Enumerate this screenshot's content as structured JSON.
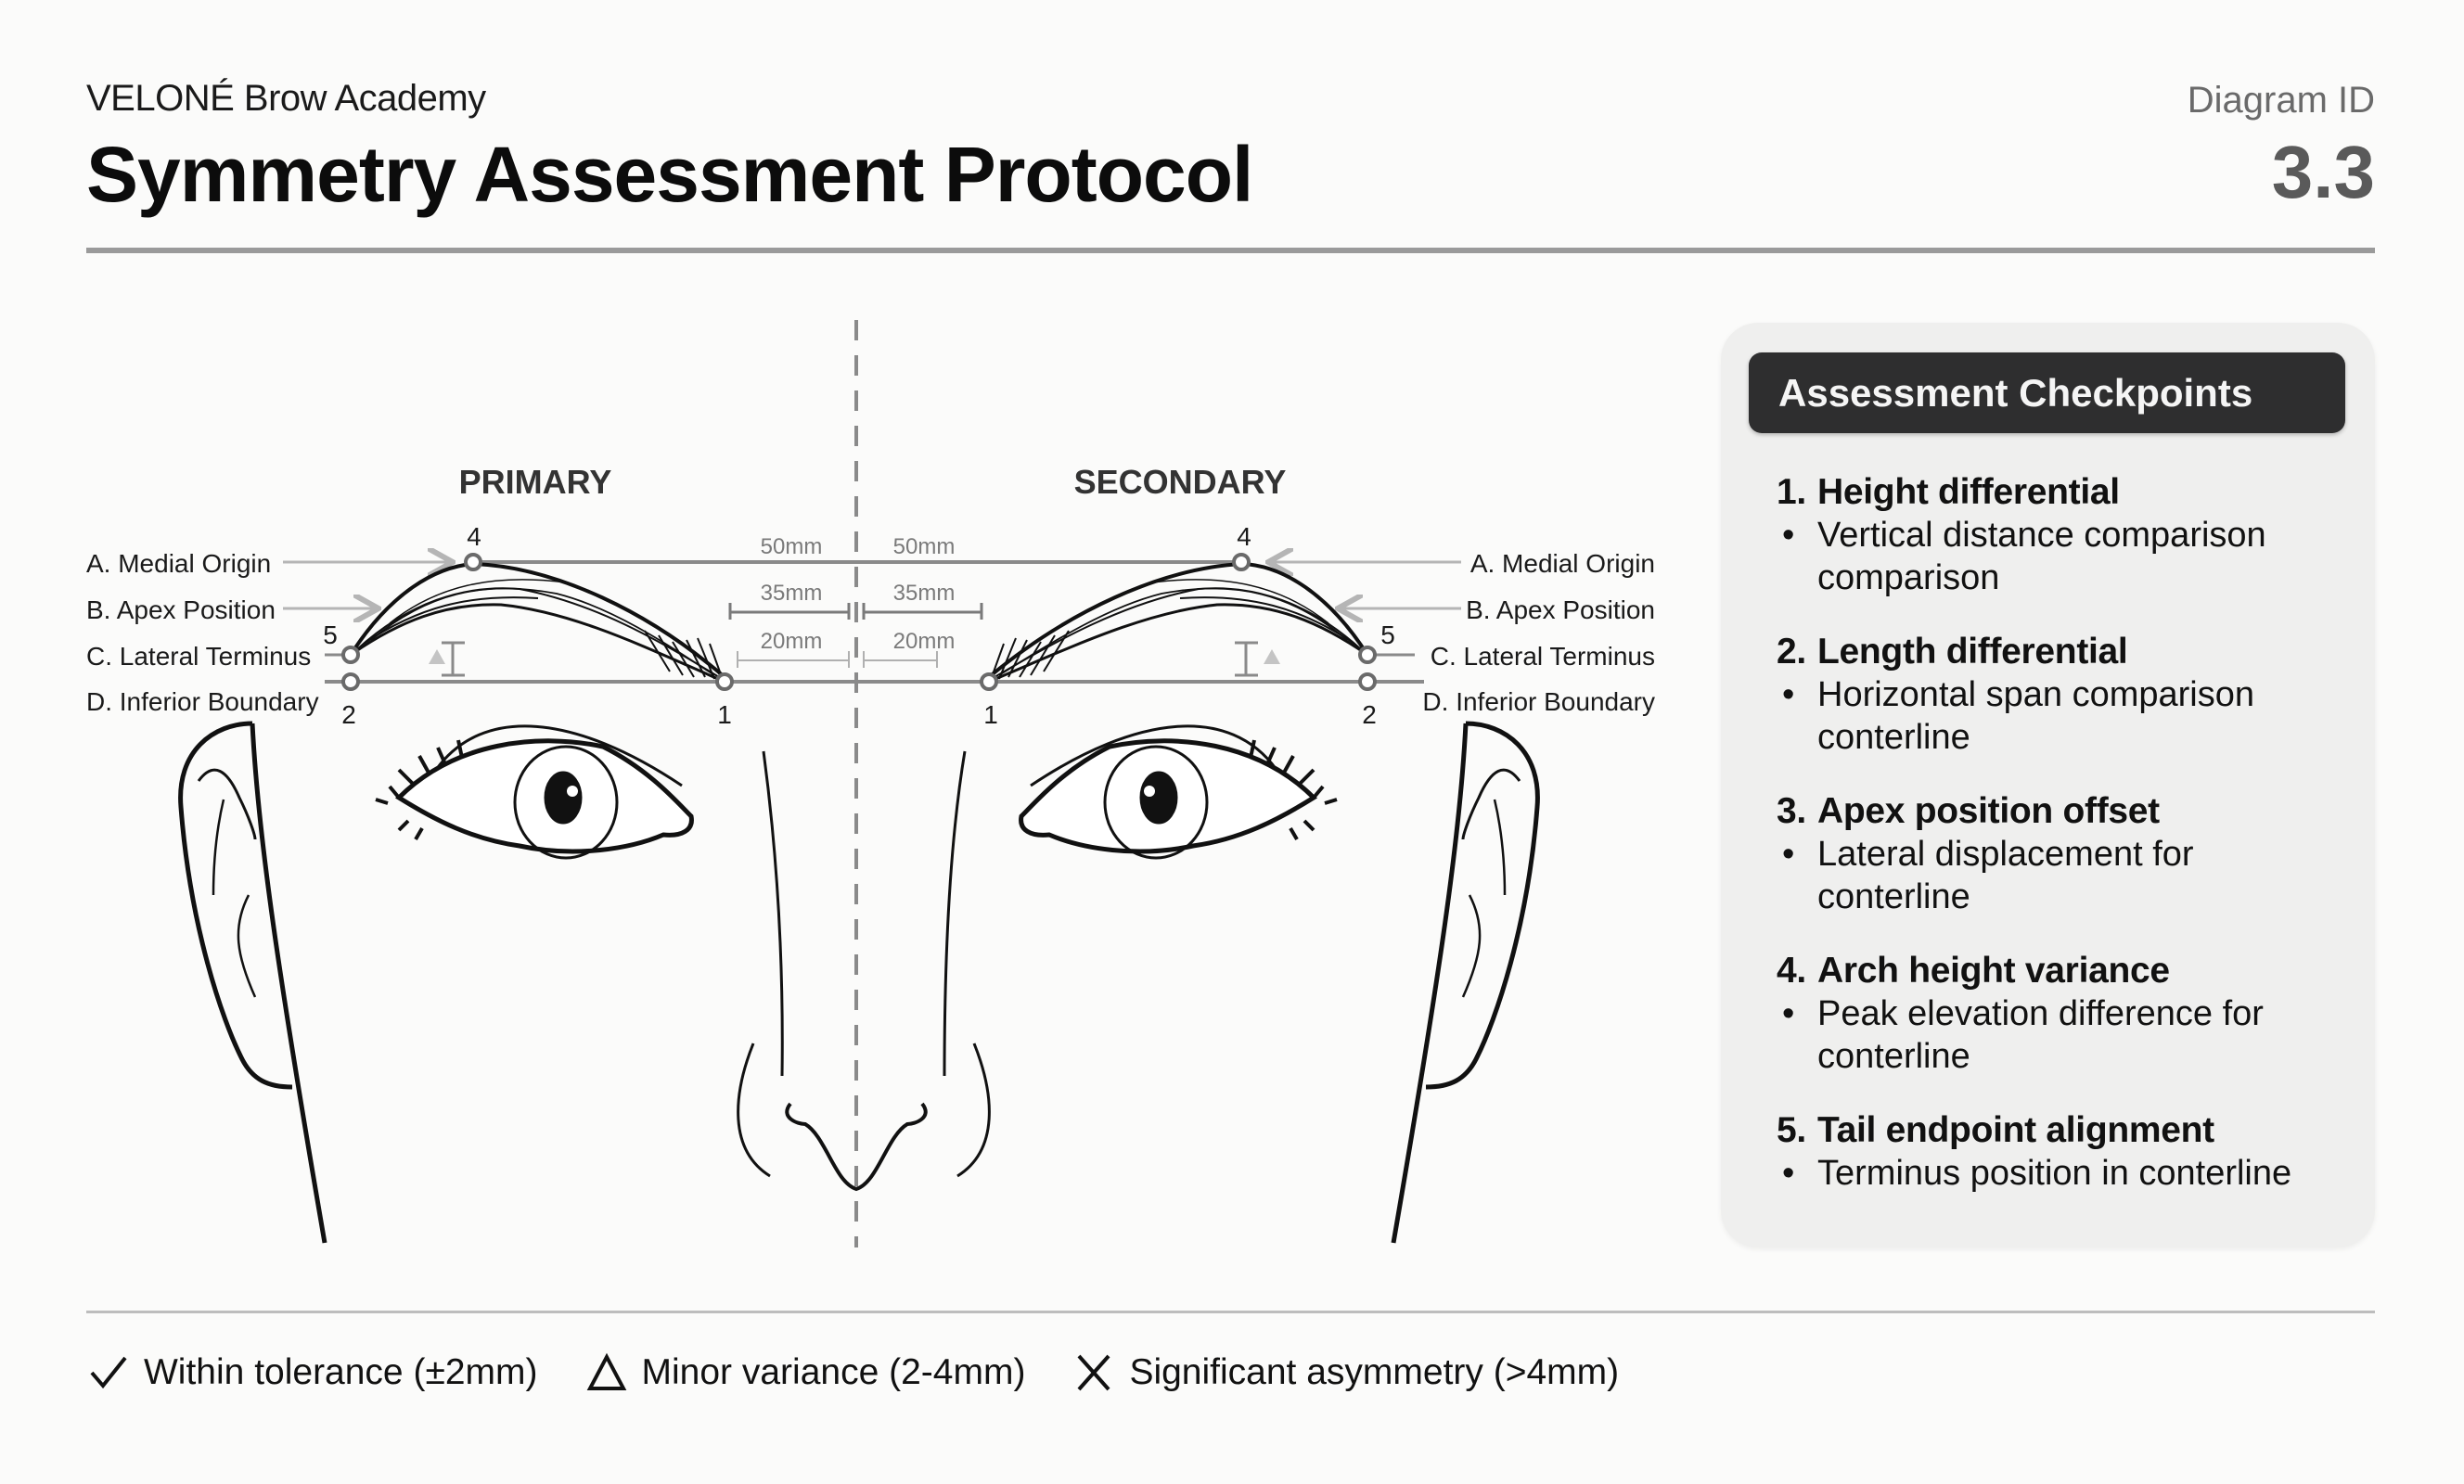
{
  "header": {
    "brand": "VELONÉ Brow Academy",
    "title": "Symmetry Assessment Protocol",
    "diagram_id_label": "Diagram ID",
    "diagram_id_value": "3.3"
  },
  "diagram": {
    "sides": {
      "left_label": "PRIMARY",
      "right_label": "SECONDARY"
    },
    "reference_lines": [
      {
        "key": "A",
        "label": "A. Medial Origin"
      },
      {
        "key": "B",
        "label": "B. Apex Position"
      },
      {
        "key": "C",
        "label": "C. Lateral Terminus"
      },
      {
        "key": "D",
        "label": "D. Inferior Boundary"
      }
    ],
    "point_labels": {
      "p1": "1",
      "p2": "2",
      "p4": "4",
      "p5": "5"
    },
    "measurements": {
      "left_50": "50mm",
      "right_50": "50mm",
      "left_35": "35mm",
      "right_35": "35mm",
      "left_20": "20mm",
      "right_20": "20mm"
    },
    "colors": {
      "guide_line": "#8a8a8a",
      "arrow": "#b5b5b5",
      "marker_triangle": "#c4c4c4",
      "ink": "#111111"
    }
  },
  "panel": {
    "title": "Assessment Checkpoints",
    "items": [
      {
        "number": "1.",
        "title": "Height differential",
        "bullet": "•",
        "description": "Vertical distance comparison comparison"
      },
      {
        "number": "2.",
        "title": "Length differential",
        "bullet": "•",
        "description": "Horizontal span comparison conterline"
      },
      {
        "number": "3.",
        "title": "Apex position offset",
        "bullet": "•",
        "description": "Lateral displacement for conterline"
      },
      {
        "number": "4.",
        "title": "Arch height variance",
        "bullet": "•",
        "description": "Peak elevation difference for conterline"
      },
      {
        "number": "5.",
        "title": "Tail endpoint alignment",
        "bullet": "•",
        "description": "Terminus position in conterline"
      }
    ]
  },
  "legend": {
    "items": [
      {
        "icon": "check-icon",
        "label": "Within tolerance (±2mm)"
      },
      {
        "icon": "triangle-icon",
        "label": "Minor variance (2-4mm)"
      },
      {
        "icon": "x-icon",
        "label": "Significant asymmetry (>4mm)"
      }
    ]
  }
}
